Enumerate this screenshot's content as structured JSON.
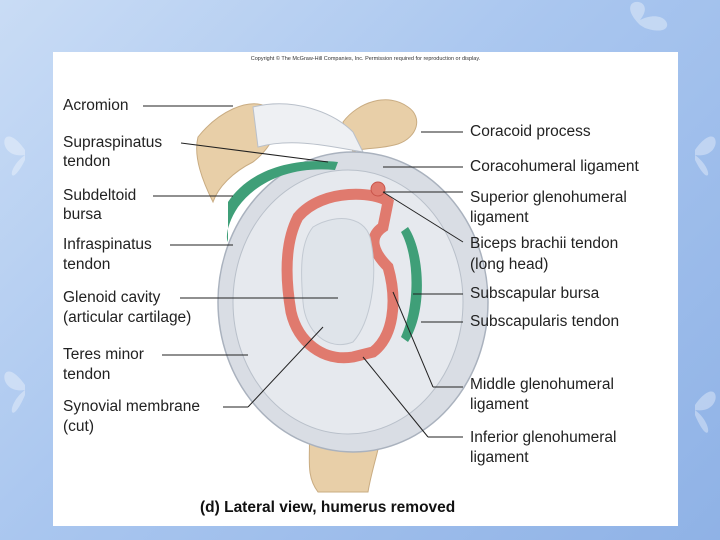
{
  "copyright": "Copyright © The McGraw-Hill Companies, Inc. Permission required for reproduction or display.",
  "labels_left": {
    "acromion": "Acromion",
    "supraspinatus_1": "Supraspinatus",
    "supraspinatus_2": "tendon",
    "subdeltoid_1": "Subdeltoid",
    "subdeltoid_2": "bursa",
    "infraspinatus_1": "Infraspinatus",
    "infraspinatus_2": "tendon",
    "glenoid_1": "Glenoid cavity",
    "glenoid_2": "(articular cartilage)",
    "teres_1": "Teres minor",
    "teres_2": "tendon",
    "synovial_1": "Synovial membrane",
    "synovial_2": "(cut)"
  },
  "labels_right": {
    "coracoid": "Coracoid process",
    "coracohumeral": "Coracohumeral ligament",
    "superior_1": "Superior glenohumeral",
    "superior_2": "ligament",
    "biceps_1": "Biceps brachii tendon",
    "biceps_2": "(long head)",
    "subscapular_bursa": "Subscapular bursa",
    "subscapularis": "Subscapularis tendon",
    "middle_1": "Middle glenohumeral",
    "middle_2": "ligament",
    "inferior_1": "Inferior glenohumeral",
    "inferior_2": "ligament"
  },
  "caption": "(d) Lateral view, humerus removed",
  "colors": {
    "bone": "#e8cfa8",
    "cartilage": "#d9dde4",
    "synovial_red": "#e07a6e",
    "bursa_green": "#3f9f78",
    "ligament": "#eef0f3"
  }
}
